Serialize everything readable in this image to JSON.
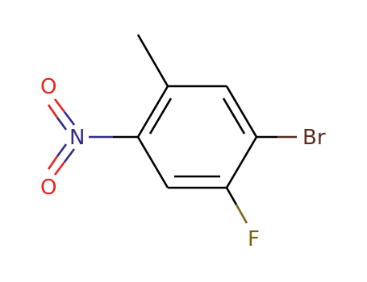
{
  "molecule": {
    "atom_labels": {
      "bromine": "Br",
      "fluorine": "F",
      "nitrogen": "N",
      "nitro_oxygen_top": "O",
      "nitro_oxygen_bottom": "O"
    },
    "element_colors": {
      "carbon": "#000000",
      "bromine": "#5c2a1e",
      "fluorine": "#7a6414",
      "nitrogen": "#2e2a8c",
      "oxygen": "#e8231f"
    },
    "ring_bond_orders": [
      2,
      1,
      2,
      1,
      2,
      1
    ]
  }
}
